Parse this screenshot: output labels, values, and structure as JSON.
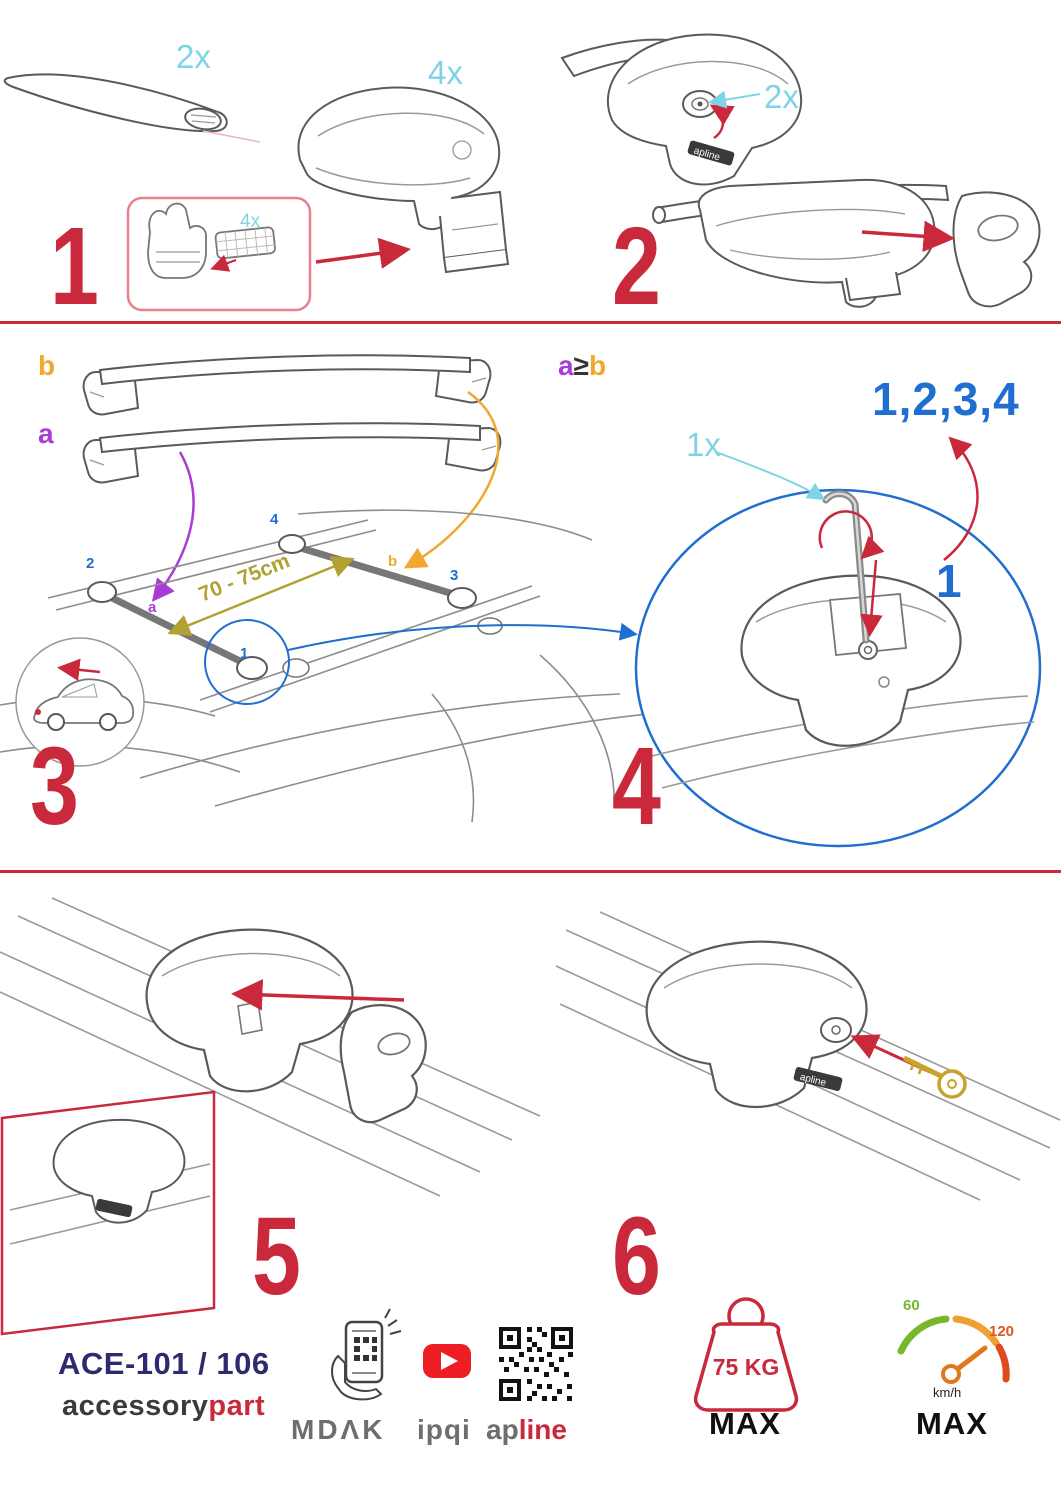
{
  "document": {
    "type": "roof-rack-installation-manual"
  },
  "colors": {
    "step_red": "#c9293a",
    "qty_cyan": "#7fd3e6",
    "blue": "#1f6ed0",
    "purple": "#a93bd6",
    "orange": "#f2a72e",
    "olive": "#b0a132",
    "navy": "#2e2a6e",
    "gray": "#6e6e6e",
    "green": "#76b82a",
    "youtube_red": "#ed1d24"
  },
  "icons": {
    "phone_qr": "phone-scanning-qr",
    "youtube": "youtube-play",
    "qr": "qr-code",
    "weight": "max-load-weight",
    "speedometer": "max-speed-gauge"
  },
  "steps": {
    "step1": {
      "number": "1",
      "bar_qty": "2x",
      "foot_qty": "4x",
      "pad_qty": "4x"
    },
    "step2": {
      "number": "2",
      "lock_qty": "2x"
    },
    "step3": {
      "number": "3",
      "bar_b_label": "b",
      "bar_a_label": "a",
      "distance": "70 - 75cm",
      "roof_positions": {
        "p1": "1",
        "p2": "2",
        "p3": "3",
        "p4": "4",
        "a": "a",
        "b": "b"
      }
    },
    "step4": {
      "number": "4",
      "rule_a": "a",
      "rule_op": "≥",
      "rule_b": "b",
      "tighten_order": "1,2,3,4",
      "tool_qty": "1x",
      "first_position": "1"
    },
    "step5": {
      "number": "5"
    },
    "step6": {
      "number": "6"
    }
  },
  "footer": {
    "model": "ACE-101 / 106",
    "brand_black": "accessory",
    "brand_red": "part",
    "mdak": "MDΛK",
    "ipqi": "ipqi",
    "apline_gray": "ap",
    "apline_red": "line",
    "foot_brand": "apline",
    "max_load": "75 KG",
    "max_load_label": "MAX",
    "speed_green": "60",
    "speed_red": "120",
    "speed_unit": "km/h",
    "speed_label": "MAX"
  }
}
